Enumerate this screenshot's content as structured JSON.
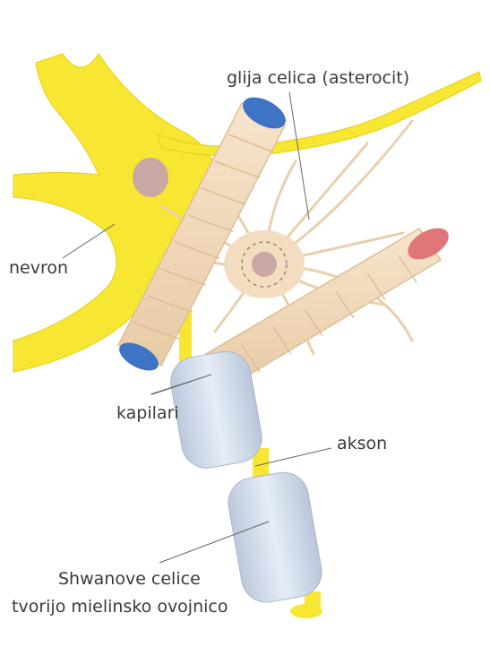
{
  "labels": {
    "glia": "glija celica (asterocit)",
    "neuron": "nevron",
    "capillaries": "kapilari",
    "axon": "akson",
    "schwann_line1": "Shwanove celice",
    "schwann_line2": "tvorijo mielinsko ovojnico"
  },
  "colors": {
    "neuron": "#f7e632",
    "glia": "#f3ddc0",
    "glia_outline": "#dcbf98",
    "nucleus": "#c9a7a3",
    "capillary_blue_end": "#3f74c4",
    "capillary_red_end": "#e0767a",
    "myelin": "#d8e3f2",
    "leader_line": "#666666"
  }
}
